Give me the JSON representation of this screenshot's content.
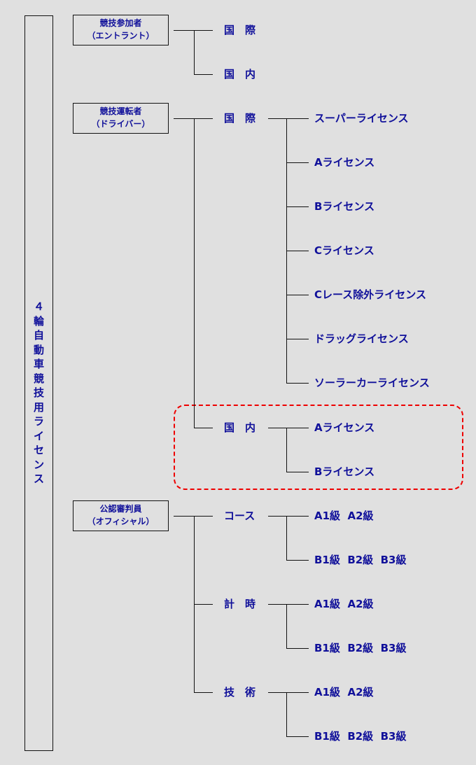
{
  "title_vertical": "４輪自動車競技用ライセンス",
  "highlight_color": "#e00000",
  "categories": [
    {
      "name": "競技参加者",
      "sub": "（エントラント）",
      "children": [
        {
          "label": "国　際",
          "items": []
        },
        {
          "label": "国　内",
          "items": []
        }
      ]
    },
    {
      "name": "競技運転者",
      "sub": "（ドライバー）",
      "children": [
        {
          "label": "国　際",
          "items": [
            "スーパーライセンス",
            "Aライセンス",
            "Bライセンス",
            "Cライセンス",
            "Cレース除外ライセンス",
            "ドラッグライセンス",
            "ソーラーカーライセンス"
          ]
        },
        {
          "label": "国　内",
          "items": [
            "Aライセンス",
            "Bライセンス"
          ]
        }
      ]
    },
    {
      "name": "公認審判員",
      "sub": "（オフィシャル）",
      "children": [
        {
          "label": "コース",
          "items": [
            "A1級  A2級",
            "B1級  B2級  B3級"
          ]
        },
        {
          "label": "計　時",
          "items": [
            "A1級  A2級",
            "B1級  B2級  B3級"
          ]
        },
        {
          "label": "技　術",
          "items": [
            "A1級  A2級",
            "B1級  B2級  B3級"
          ]
        }
      ]
    }
  ]
}
